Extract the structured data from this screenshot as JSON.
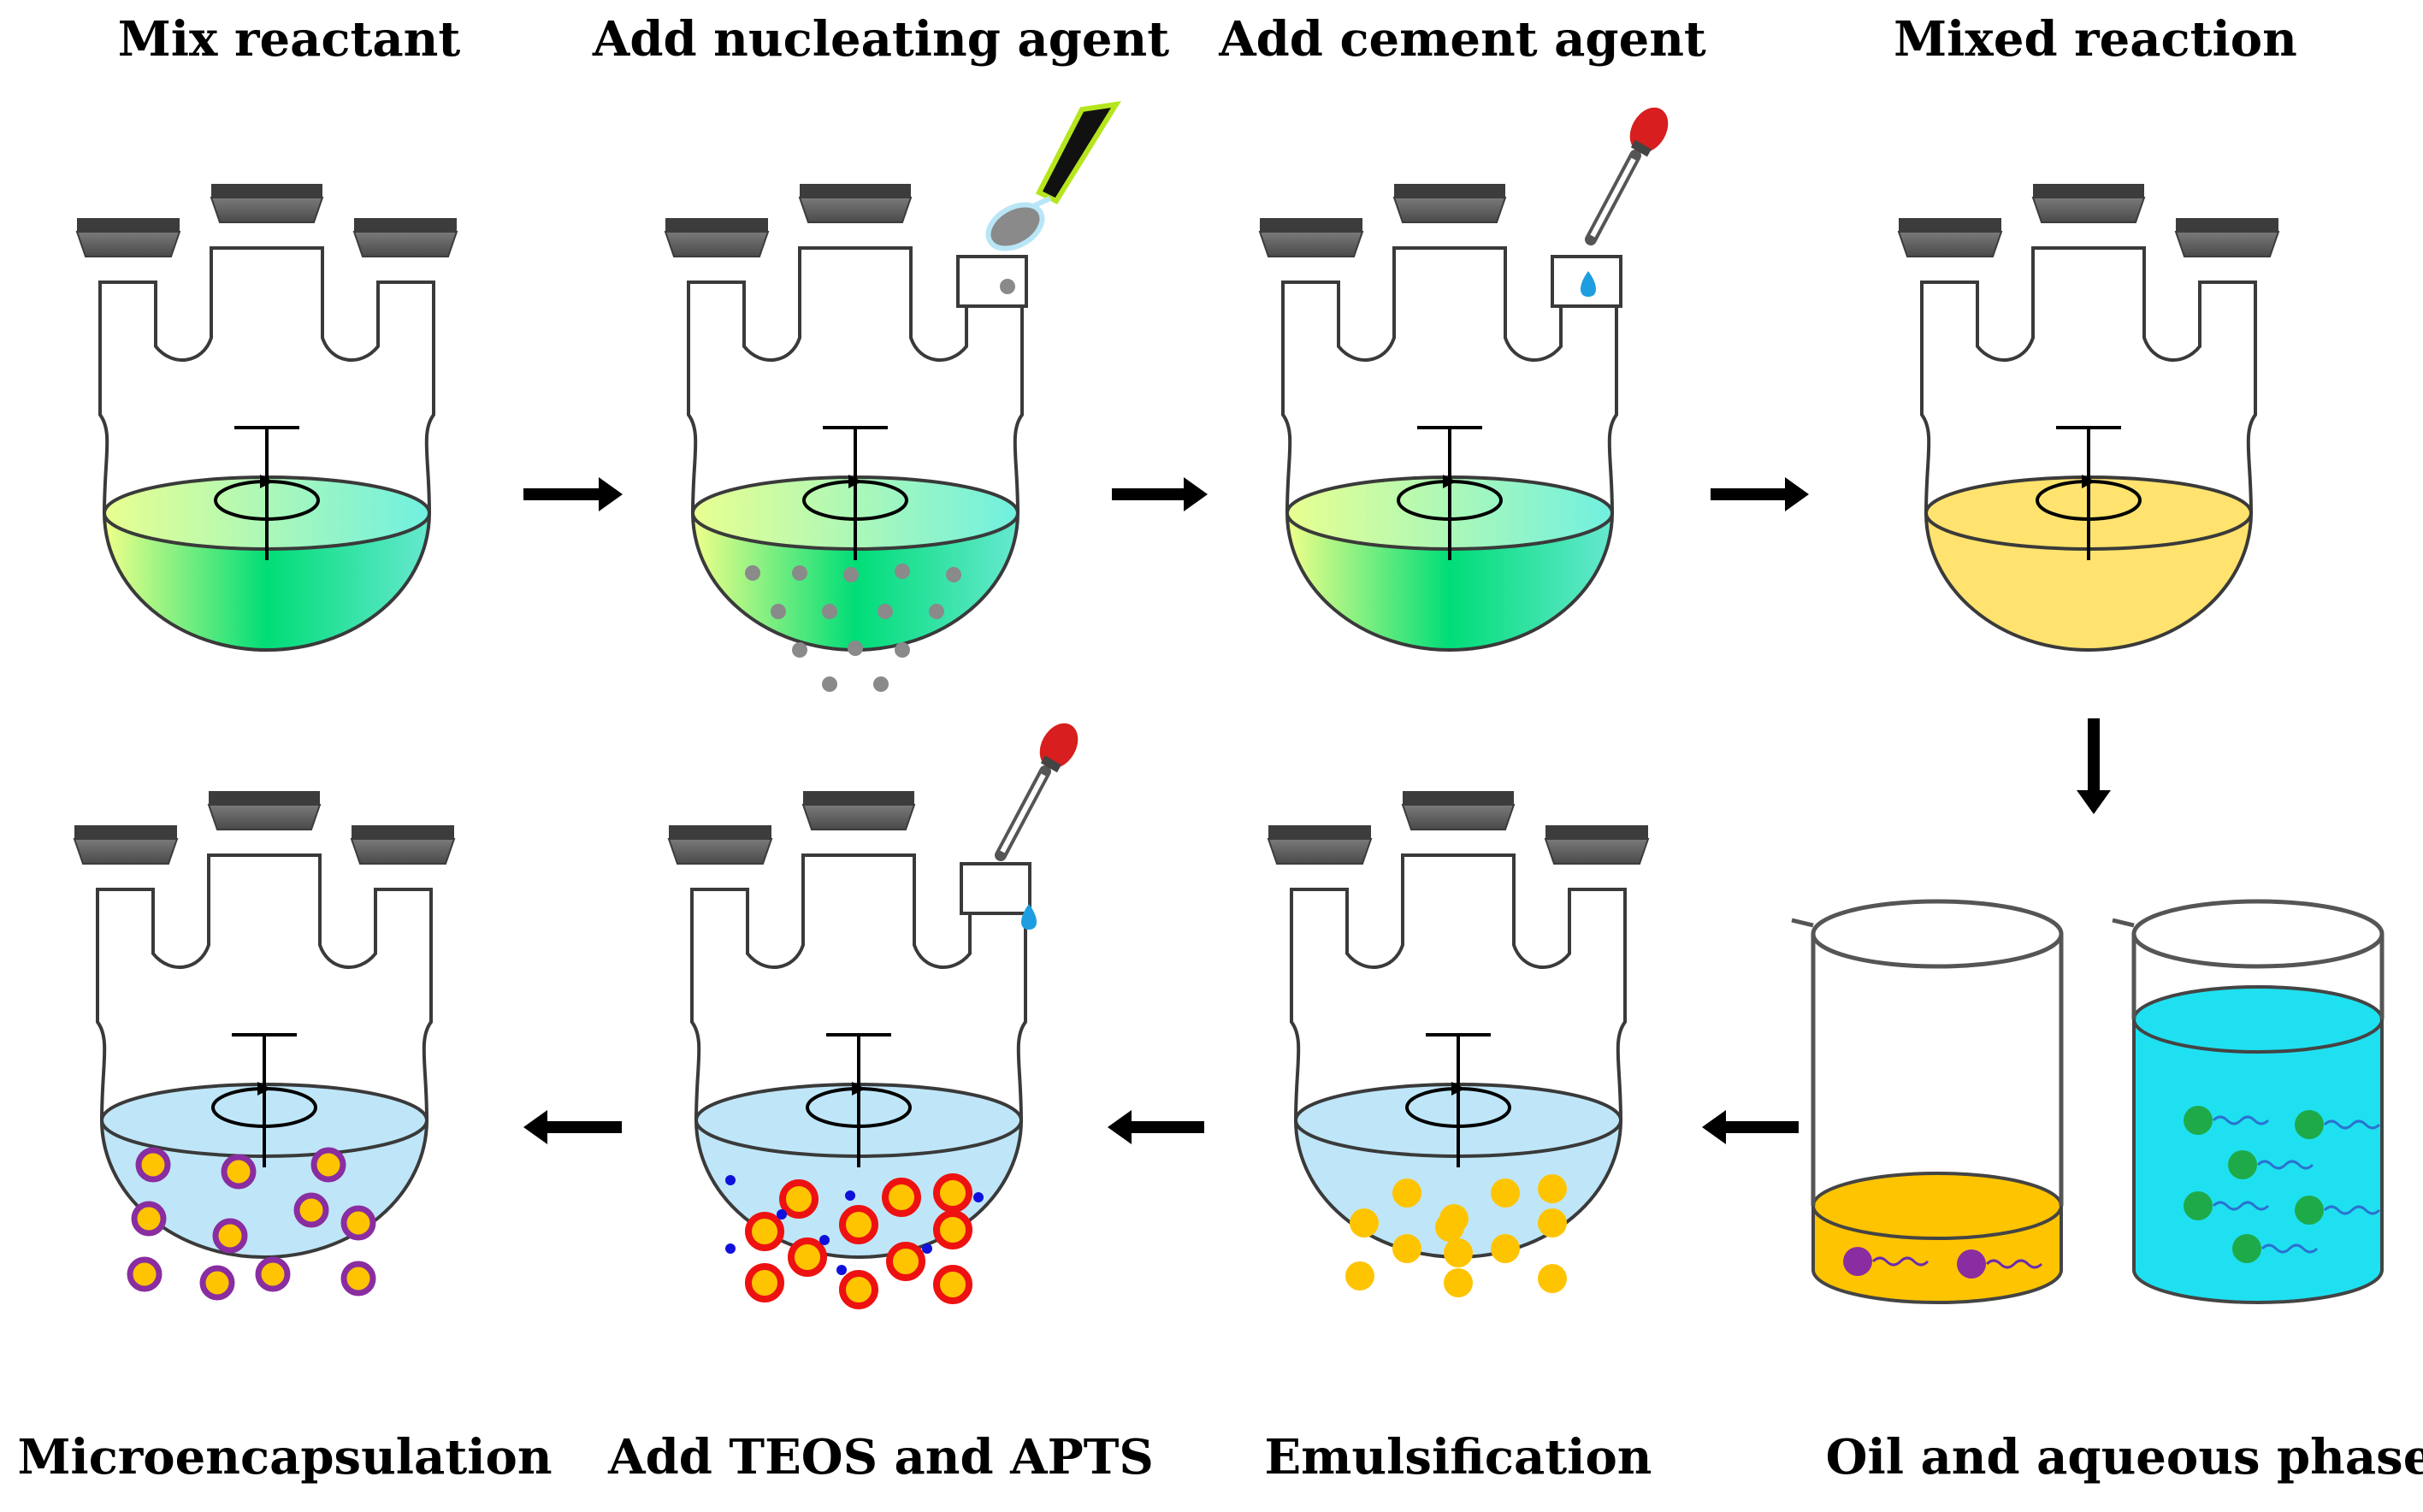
{
  "steps": [
    {
      "label": "Mix reactant"
    },
    {
      "label": "Add nucleating agent"
    },
    {
      "label": "Add cement agent"
    },
    {
      "label": "Mixed reaction"
    },
    {
      "label": "Oil and aqueous phase"
    },
    {
      "label": "Emulsification"
    },
    {
      "label": "Add TEOS and APTS"
    },
    {
      "label": "Microencapsulation"
    }
  ],
  "colors": {
    "stopper": "#5a5a5a",
    "outline": "#3a3a3a",
    "green_a": "#f0ff8a",
    "green_b": "#00dd77",
    "green_c": "#66e8d0",
    "yellow": "#ffe36e",
    "light_blue": "#bfe6f8",
    "oil": "#ffc400",
    "aqueous": "#1fe0f0",
    "gray_particle": "#8a8a8a",
    "purple": "#8a2da0",
    "red": "#ee1111",
    "blue_dot": "#1010dd",
    "green_surfactant": "#1faa4a",
    "dropper_bulb": "#d81e1e",
    "water_drop": "#1e9ee0",
    "spoon_handle": "#111111",
    "spoon_edge": "#b5e61d",
    "spoon_bowl": "#b9e6f6"
  },
  "icons": [
    "flask-icon",
    "stirrer-icon",
    "spoon-icon",
    "dropper-icon",
    "beaker-icon",
    "arrow-icon"
  ]
}
